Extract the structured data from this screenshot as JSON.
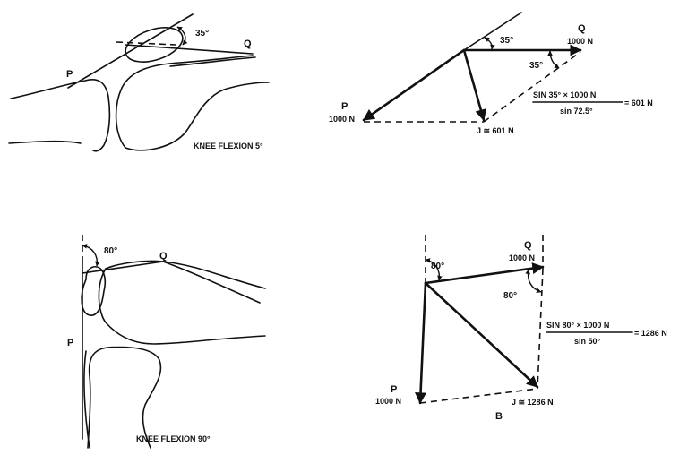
{
  "knee5": {
    "caption": "KNEE FLEXION 5°",
    "angle_label": "35°",
    "p_label": "P",
    "q_label": "Q"
  },
  "force5": {
    "top_angle": "35°",
    "right_angle": "35°",
    "q_label": "Q",
    "q_value": "1000 N",
    "p_label": "P",
    "p_value": "1000 N",
    "j_value": "J ≅ 601 N",
    "formula_num": "SIN 35° × 1000 N",
    "formula_den": "sin 72.5°",
    "formula_result": "= 601 N"
  },
  "knee90": {
    "caption": "KNEE FLEXION 90°",
    "angle_label": "80°",
    "p_label": "P",
    "q_label": "Q"
  },
  "force90": {
    "top_angle": "80°",
    "right_angle": "80°",
    "q_label": "Q",
    "q_value": "1000 N",
    "p_label": "P",
    "p_value": "1000 N",
    "j_value": "J ≅ 1286 N",
    "formula_num": "SIN 80° × 1000 N",
    "formula_den": "sin 50°",
    "formula_result": "= 1286 N",
    "panel_letter": "B"
  }
}
